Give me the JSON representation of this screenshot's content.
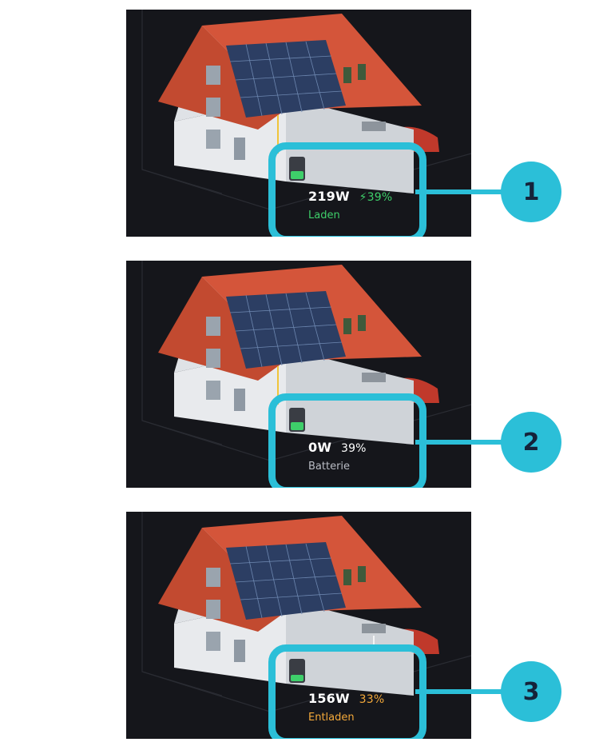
{
  "colors": {
    "highlight": "#2bbfd8",
    "charging": "#3ecf6a",
    "idle": "#b9bcc4",
    "discharging": "#f4a93a",
    "background": "#15161b"
  },
  "steps": [
    {
      "number": "1",
      "power": "219W",
      "percent": "39%",
      "status": "Laden",
      "state": "charging",
      "icon": "lightning-icon"
    },
    {
      "number": "2",
      "power": "0W",
      "percent": "39%",
      "status": "Batterie",
      "state": "idle"
    },
    {
      "number": "3",
      "power": "156W",
      "percent": "33%",
      "status": "Entladen",
      "state": "discharging"
    }
  ]
}
